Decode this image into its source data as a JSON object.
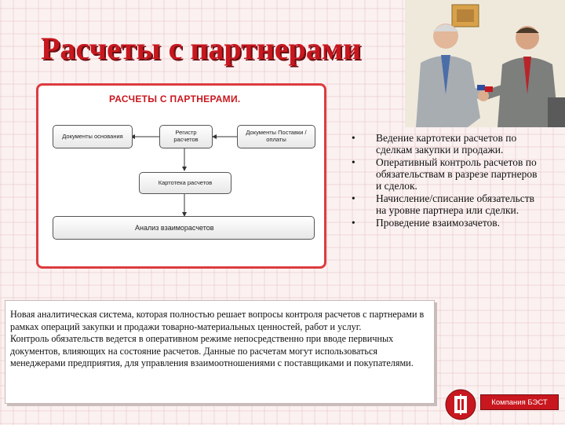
{
  "title": "Расчеты с партнерами",
  "diagram": {
    "heading": "РАСЧЕТЫ С ПАРТНЕРАМИ.",
    "boxes": {
      "base_docs": "Документы основания",
      "registry": "Регистр расчетов",
      "payment_docs": "Документы Поставки / оплаты",
      "card_index": "Картотека расчетов",
      "analysis": "Анализ взаиморасчетов"
    }
  },
  "bullets": [
    "Ведение картотеки расчетов по сделкам закупки и продажи.",
    "Оперативный контроль расчетов по обязательствам в разрезе партнеров и сделок.",
    "Начисление/списание обязательств на уровне партнера или сделки.",
    "Проведение взаимозачетов."
  ],
  "bullet_glyph": "•",
  "description": [
    "Новая аналитическая система, которая полностью решает вопросы контроля расчетов с партнерами в рамках операций закупки и продажи товарно-материальных ценностей, работ и услуг.",
    "Контроль обязательств ведется в оперативном режиме непосредственно при вводе первичных документов, влияющих на состояние расчетов. Данные по расчетам могут использоваться менеджерами предприятия, для управления взаимоотношениями с поставщиками и покупателями."
  ],
  "footer": {
    "company": "Компания БЭСТ"
  },
  "colors": {
    "accent": "#c8171e",
    "frame": "#dc3c40"
  }
}
